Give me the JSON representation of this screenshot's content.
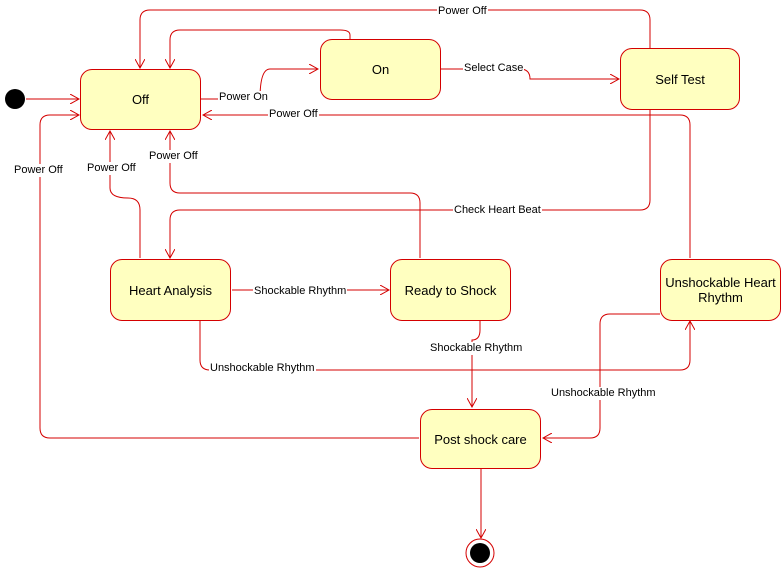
{
  "colors": {
    "line": "#d40000",
    "state_fill": "#ffffc0"
  },
  "states": {
    "off": "Off",
    "on": "On",
    "self_test": "Self Test",
    "heart_analysis": "Heart Analysis",
    "ready_to_shock": "Ready to Shock",
    "unshockable": "Unshockable Heart Rhythm",
    "post_shock": "Post shock care"
  },
  "transitions": {
    "power_on": "Power On",
    "select_case": "Select Case",
    "power_off_top": "Power Off",
    "power_off_unshockable": "Power Off",
    "power_off_post_shock": "Power Off",
    "power_off_heart_analysis": "Power Off",
    "power_off_ready": "Power Off",
    "check_heart_beat": "Check Heart Beat",
    "shockable_rhythm_analysis": "Shockable Rhythm",
    "shockable_rhythm_ready": "Shockable Rhythm",
    "unshockable_rhythm_analysis": "Unshockable Rhythm",
    "unshockable_rhythm_post": "Unshockable Rhythm"
  }
}
